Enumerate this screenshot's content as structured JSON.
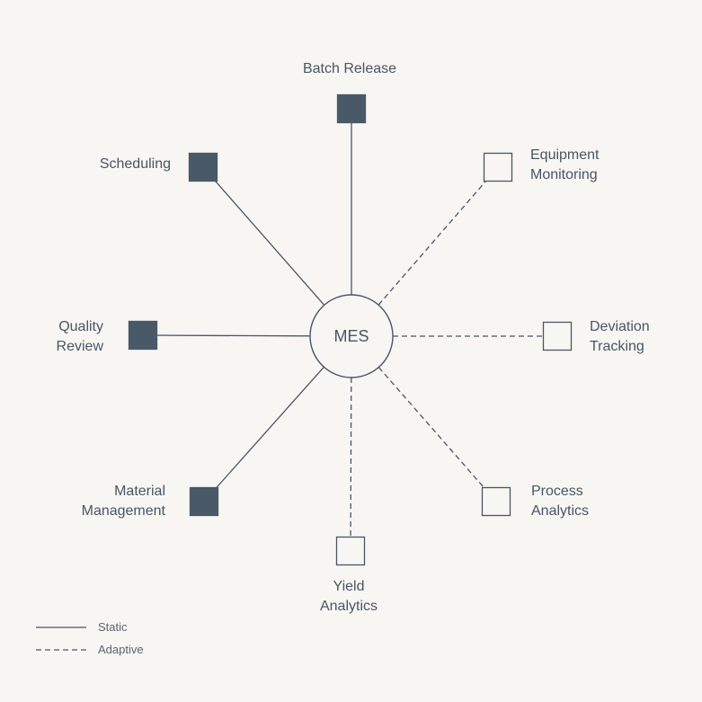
{
  "hub": {
    "label": "MES"
  },
  "nodes": [
    {
      "id": "batch-release",
      "lines": [
        "Batch Release"
      ],
      "type": "static"
    },
    {
      "id": "equipment-monitoring",
      "lines": [
        "Equipment",
        "Monitoring"
      ],
      "type": "adaptive"
    },
    {
      "id": "deviation-tracking",
      "lines": [
        "Deviation",
        "Tracking"
      ],
      "type": "adaptive"
    },
    {
      "id": "process-analytics",
      "lines": [
        "Process",
        "Analytics"
      ],
      "type": "adaptive"
    },
    {
      "id": "yield-analytics",
      "lines": [
        "Yield",
        "Analytics"
      ],
      "type": "adaptive"
    },
    {
      "id": "material-management",
      "lines": [
        "Material",
        "Management"
      ],
      "type": "static"
    },
    {
      "id": "quality-review",
      "lines": [
        "Quality",
        "Review"
      ],
      "type": "static"
    },
    {
      "id": "scheduling",
      "lines": [
        "Scheduling"
      ],
      "type": "static"
    }
  ],
  "legend": {
    "static_label": "Static",
    "adaptive_label": "Adaptive"
  },
  "colors": {
    "line": "#4a5564",
    "filled_node": "#4a5968",
    "hollow_fill": "#f7f6f2",
    "background": "#f7f6f2"
  }
}
